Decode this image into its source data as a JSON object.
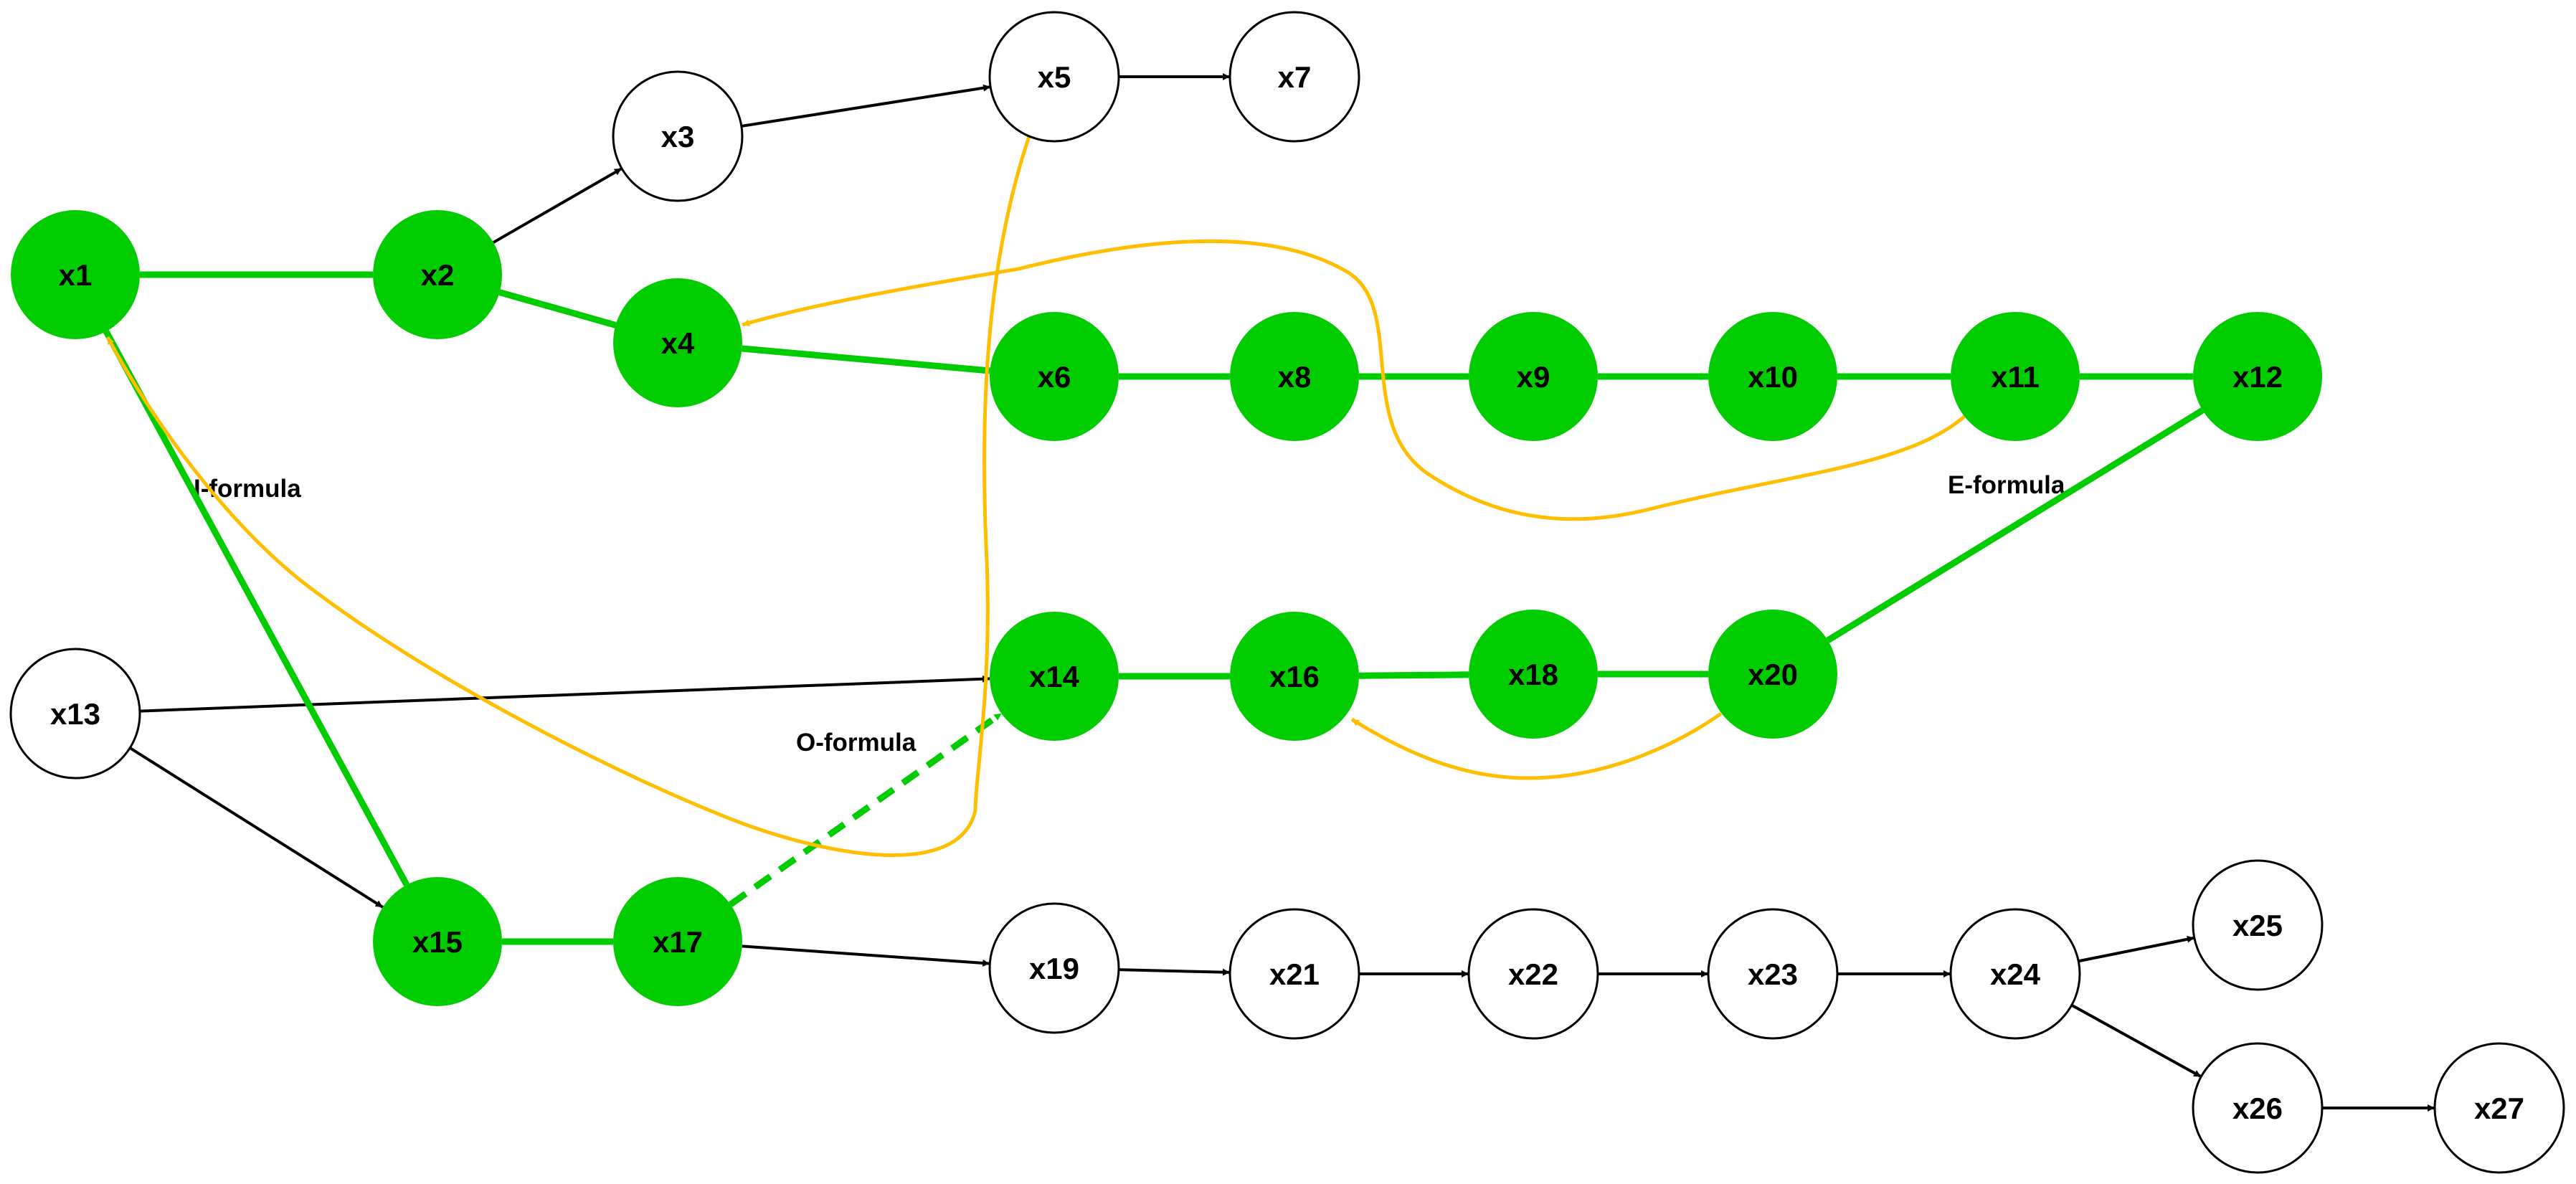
{
  "colors": {
    "highlight": "#00cc00",
    "default_stroke": "#000000",
    "back_edge": "#ffbf00",
    "white": "#ffffff"
  },
  "nodes": [
    {
      "id": "x1",
      "label": "x1",
      "highlighted": true
    },
    {
      "id": "x2",
      "label": "x2",
      "highlighted": true
    },
    {
      "id": "x3",
      "label": "x3",
      "highlighted": false
    },
    {
      "id": "x4",
      "label": "x4",
      "highlighted": true
    },
    {
      "id": "x5",
      "label": "x5",
      "highlighted": false
    },
    {
      "id": "x6",
      "label": "x6",
      "highlighted": true
    },
    {
      "id": "x7",
      "label": "x7",
      "highlighted": false
    },
    {
      "id": "x8",
      "label": "x8",
      "highlighted": true
    },
    {
      "id": "x9",
      "label": "x9",
      "highlighted": true
    },
    {
      "id": "x10",
      "label": "x10",
      "highlighted": true
    },
    {
      "id": "x11",
      "label": "x11",
      "highlighted": true
    },
    {
      "id": "x12",
      "label": "x12",
      "highlighted": true
    },
    {
      "id": "x13",
      "label": "x13",
      "highlighted": false
    },
    {
      "id": "x14",
      "label": "x14",
      "highlighted": true
    },
    {
      "id": "x15",
      "label": "x15",
      "highlighted": true
    },
    {
      "id": "x16",
      "label": "x16",
      "highlighted": true
    },
    {
      "id": "x17",
      "label": "x17",
      "highlighted": true
    },
    {
      "id": "x18",
      "label": "x18",
      "highlighted": true
    },
    {
      "id": "x19",
      "label": "x19",
      "highlighted": false
    },
    {
      "id": "x20",
      "label": "x20",
      "highlighted": true
    },
    {
      "id": "x21",
      "label": "x21",
      "highlighted": false
    },
    {
      "id": "x22",
      "label": "x22",
      "highlighted": false
    },
    {
      "id": "x23",
      "label": "x23",
      "highlighted": false
    },
    {
      "id": "x24",
      "label": "x24",
      "highlighted": false
    },
    {
      "id": "x25",
      "label": "x25",
      "highlighted": false
    },
    {
      "id": "x26",
      "label": "x26",
      "highlighted": false
    },
    {
      "id": "x27",
      "label": "x27",
      "highlighted": false
    }
  ],
  "edges": [
    {
      "from": "x1",
      "to": "x2",
      "style": "green"
    },
    {
      "from": "x2",
      "to": "x3",
      "style": "black"
    },
    {
      "from": "x2",
      "to": "x4",
      "style": "green"
    },
    {
      "from": "x3",
      "to": "x5",
      "style": "black"
    },
    {
      "from": "x5",
      "to": "x7",
      "style": "black"
    },
    {
      "from": "x4",
      "to": "x6",
      "style": "green"
    },
    {
      "from": "x6",
      "to": "x8",
      "style": "green"
    },
    {
      "from": "x8",
      "to": "x9",
      "style": "green"
    },
    {
      "from": "x9",
      "to": "x10",
      "style": "green"
    },
    {
      "from": "x10",
      "to": "x11",
      "style": "green"
    },
    {
      "from": "x11",
      "to": "x12",
      "style": "green"
    },
    {
      "from": "x13",
      "to": "x14",
      "style": "black"
    },
    {
      "from": "x13",
      "to": "x15",
      "style": "black"
    },
    {
      "from": "x14",
      "to": "x16",
      "style": "green"
    },
    {
      "from": "x16",
      "to": "x18",
      "style": "green"
    },
    {
      "from": "x18",
      "to": "x20",
      "style": "green"
    },
    {
      "from": "x15",
      "to": "x17",
      "style": "green"
    },
    {
      "from": "x17",
      "to": "x19",
      "style": "black"
    },
    {
      "from": "x19",
      "to": "x21",
      "style": "black"
    },
    {
      "from": "x21",
      "to": "x22",
      "style": "black"
    },
    {
      "from": "x22",
      "to": "x23",
      "style": "black"
    },
    {
      "from": "x23",
      "to": "x24",
      "style": "black"
    },
    {
      "from": "x24",
      "to": "x25",
      "style": "black"
    },
    {
      "from": "x24",
      "to": "x26",
      "style": "black"
    },
    {
      "from": "x26",
      "to": "x27",
      "style": "black"
    },
    {
      "from": "x1",
      "to": "x15",
      "style": "green-bidirectional",
      "label": "I-formula"
    },
    {
      "from": "x17",
      "to": "x14",
      "style": "green-dashed",
      "label": "O-formula"
    },
    {
      "from": "x12",
      "to": "x20",
      "style": "green-bidirectional",
      "label": "E-formula"
    },
    {
      "from": "x11",
      "to": "x4",
      "style": "orange"
    },
    {
      "from": "x5",
      "to": "x1",
      "style": "orange"
    },
    {
      "from": "x20",
      "to": "x16",
      "style": "orange"
    }
  ]
}
